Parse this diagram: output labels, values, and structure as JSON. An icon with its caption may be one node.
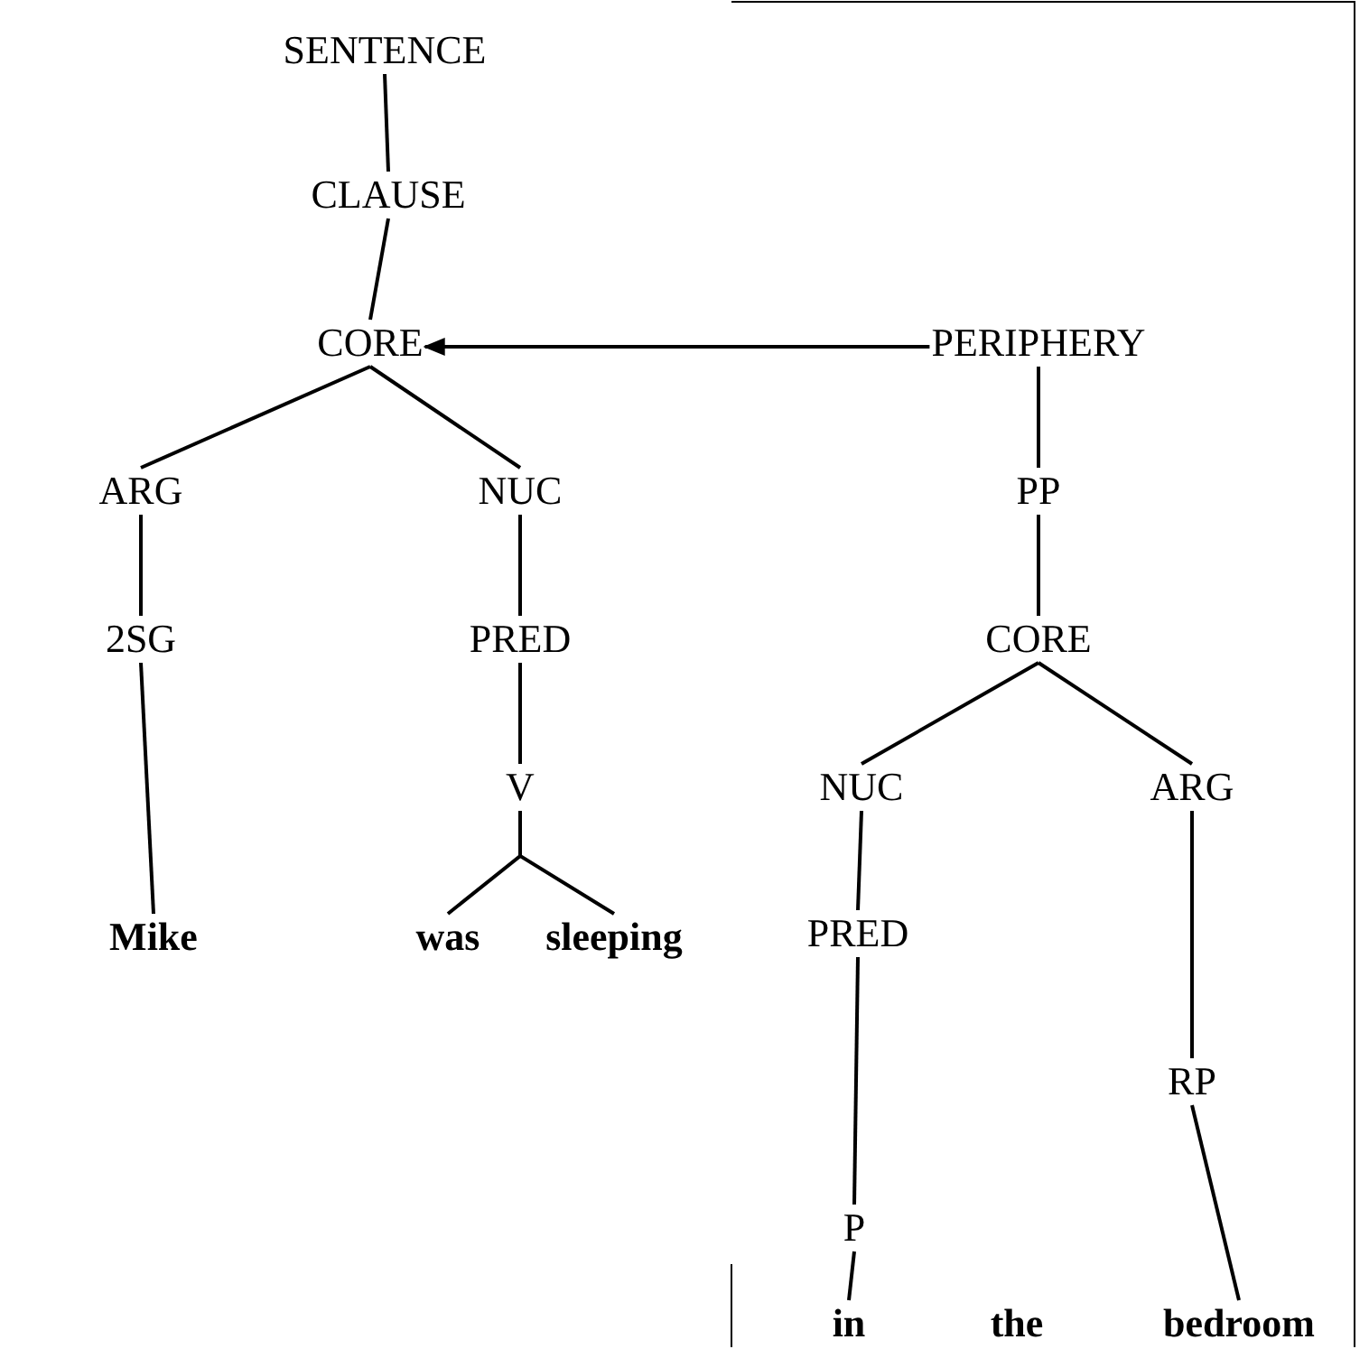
{
  "diagram": {
    "nodes": [
      {
        "text": [
          "SENTENCE"
        ]
      },
      {
        "text": [
          "CLAUSE"
        ]
      },
      {
        "text": [
          "CORE"
        ]
      },
      {
        "text": [
          "PERIPHERY"
        ]
      },
      {
        "text": [
          "ARG"
        ]
      },
      {
        "text": [
          "NUC"
        ]
      },
      {
        "text": [
          "PP"
        ]
      },
      {
        "text": [
          "2SG"
        ]
      },
      {
        "text": [
          "PRED"
        ]
      },
      {
        "text": [
          "CORE"
        ]
      },
      {
        "text": [
          "V"
        ]
      },
      {
        "text": [
          "NUC"
        ]
      },
      {
        "text": [
          "ARG"
        ]
      },
      {
        "text": [
          "Mike"
        ]
      },
      {
        "text": [
          "was"
        ]
      },
      {
        "text": [
          "sleeping"
        ]
      },
      {
        "text": [
          "PRED"
        ]
      },
      {
        "text": [
          "RP"
        ]
      },
      {
        "text": [
          "P"
        ]
      },
      {
        "text": [
          "in"
        ]
      },
      {
        "text": [
          "bedroom"
        ]
      }
    ],
    "edges": [
      {
        "from": 0,
        "to": 1,
        "arrow": "none"
      },
      {
        "from": 1,
        "to": 2,
        "arrow": "none"
      },
      {
        "from": 3,
        "to": 2,
        "arrow": "to"
      },
      {
        "from": 2,
        "to": 4,
        "arrow": "none"
      },
      {
        "from": 2,
        "to": 5,
        "arrow": "none"
      },
      {
        "from": 3,
        "to": 6,
        "arrow": "none"
      },
      {
        "from": 4,
        "to": 7,
        "arrow": "none"
      },
      {
        "from": 5,
        "to": 8,
        "arrow": "none"
      },
      {
        "from": 6,
        "to": 9,
        "arrow": "none"
      },
      {
        "from": 7,
        "to": 13,
        "arrow": "none"
      },
      {
        "from": 8,
        "to": 10,
        "arrow": "none"
      },
      {
        "from": 10,
        "to": 14,
        "arrow": "none"
      },
      {
        "from": 10,
        "to": 15,
        "arrow": "none"
      },
      {
        "from": 9,
        "to": 11,
        "arrow": "none"
      },
      {
        "from": 9,
        "to": 12,
        "arrow": "none"
      },
      {
        "from": 11,
        "to": 16,
        "arrow": "none"
      },
      {
        "from": 12,
        "to": 17,
        "arrow": "none"
      },
      {
        "from": 16,
        "to": 18,
        "arrow": "none"
      },
      {
        "from": 17,
        "to": 20,
        "arrow": "none"
      },
      {
        "from": 18,
        "to": 19,
        "arrow": "none"
      }
    ],
    "labels": [
      "the"
    ]
  }
}
